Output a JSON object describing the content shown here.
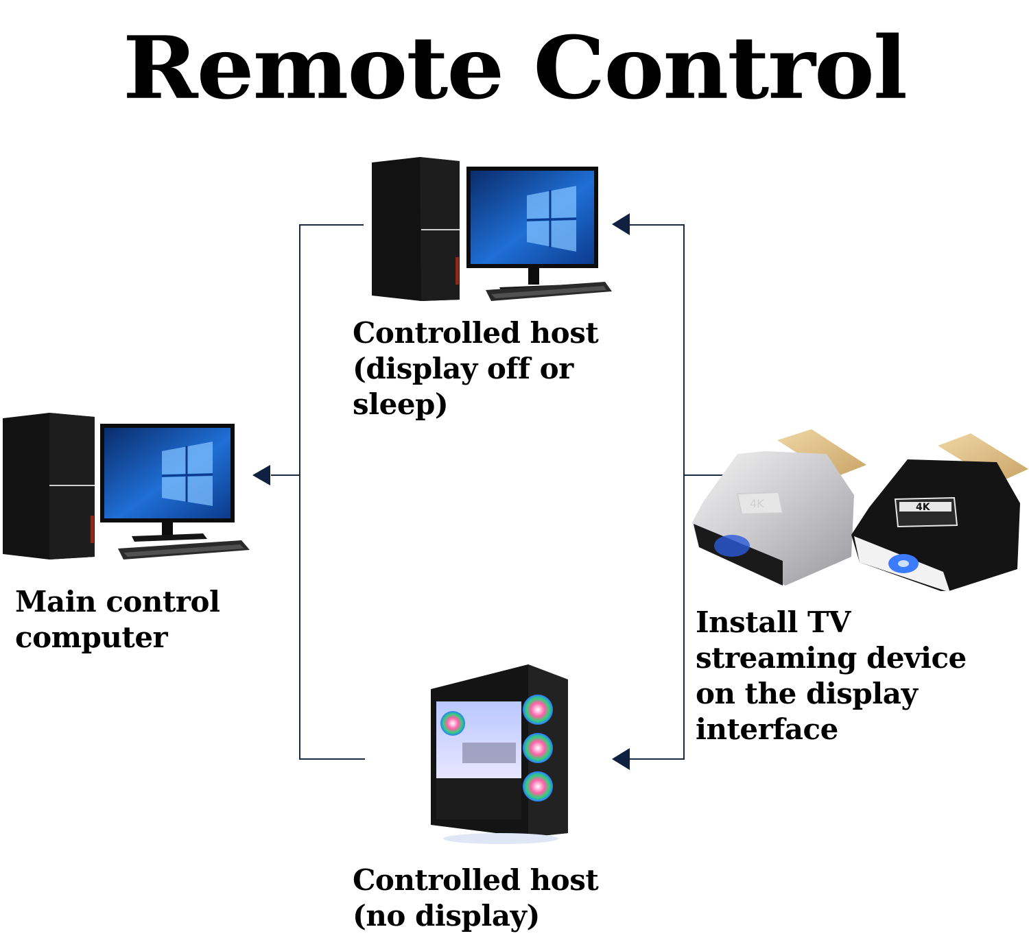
{
  "title": "Remote Control",
  "labels": {
    "controlled_host_top": [
      "Controlled host",
      " (display off or",
      "sleep)"
    ],
    "main_control": [
      "Main control",
      "computer"
    ],
    "install": [
      "Install TV",
      "streaming device",
      "on the display",
      "interface"
    ],
    "controlled_host_bottom": [
      "Controlled host",
      "(no display)"
    ]
  },
  "adapters": {
    "silver_badge": "4K",
    "black_badge": "4K"
  },
  "colors": {
    "line": "#1a2a44",
    "arrow": "#0f2040",
    "text": "#000000",
    "screen_blue": "#1f6fd6",
    "gold": "#e3c58a"
  }
}
